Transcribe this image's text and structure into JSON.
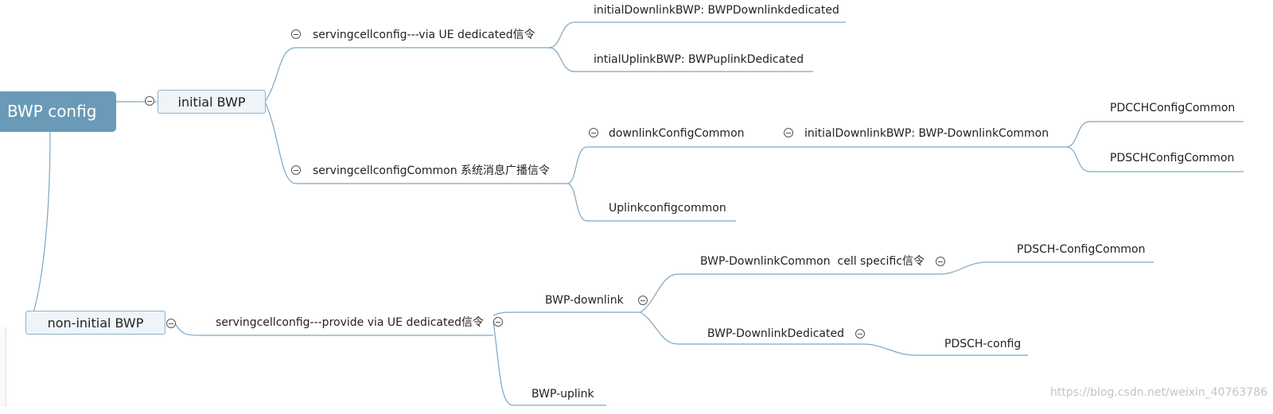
{
  "root": {
    "label": "BWP config"
  },
  "initial_bwp": {
    "label": "initial BWP",
    "dedicated": {
      "label": "servingcellconfig---via UE dedicated信令",
      "downlink": "initialDownlinkBWP: BWPDownlinkdedicated",
      "uplink": "intialUplinkBWP: BWPuplinkDedicated"
    },
    "common": {
      "label": "servingcellconfigCommon 系统消息广播信令",
      "downlink_config": "downlinkConfigCommon",
      "initial_downlink": "initialDownlinkBWP: BWP-DownlinkCommon",
      "pdcch": "PDCCHConfigCommon",
      "pdsch": "PDSCHConfigCommon",
      "uplink_config": "Uplinkconfigcommon"
    }
  },
  "non_initial_bwp": {
    "label": "non-initial BWP",
    "dedicated": {
      "label": "servingcellconfig---provide via UE dedicated信令",
      "downlink": {
        "label": "BWP-downlink",
        "common": "BWP-DownlinkCommon  cell specific信令",
        "common_child": "PDSCH-ConfigCommon",
        "dedicated": "BWP-DownlinkDedicated",
        "dedicated_child": "PDSCH-config"
      },
      "uplink": "BWP-uplink"
    }
  },
  "watermark": "https://blog.csdn.net/weixin_40763786",
  "colors": {
    "line": "#7ea6c2",
    "root_fill": "#6a9ab8",
    "box_fill": "#eef4f8"
  }
}
